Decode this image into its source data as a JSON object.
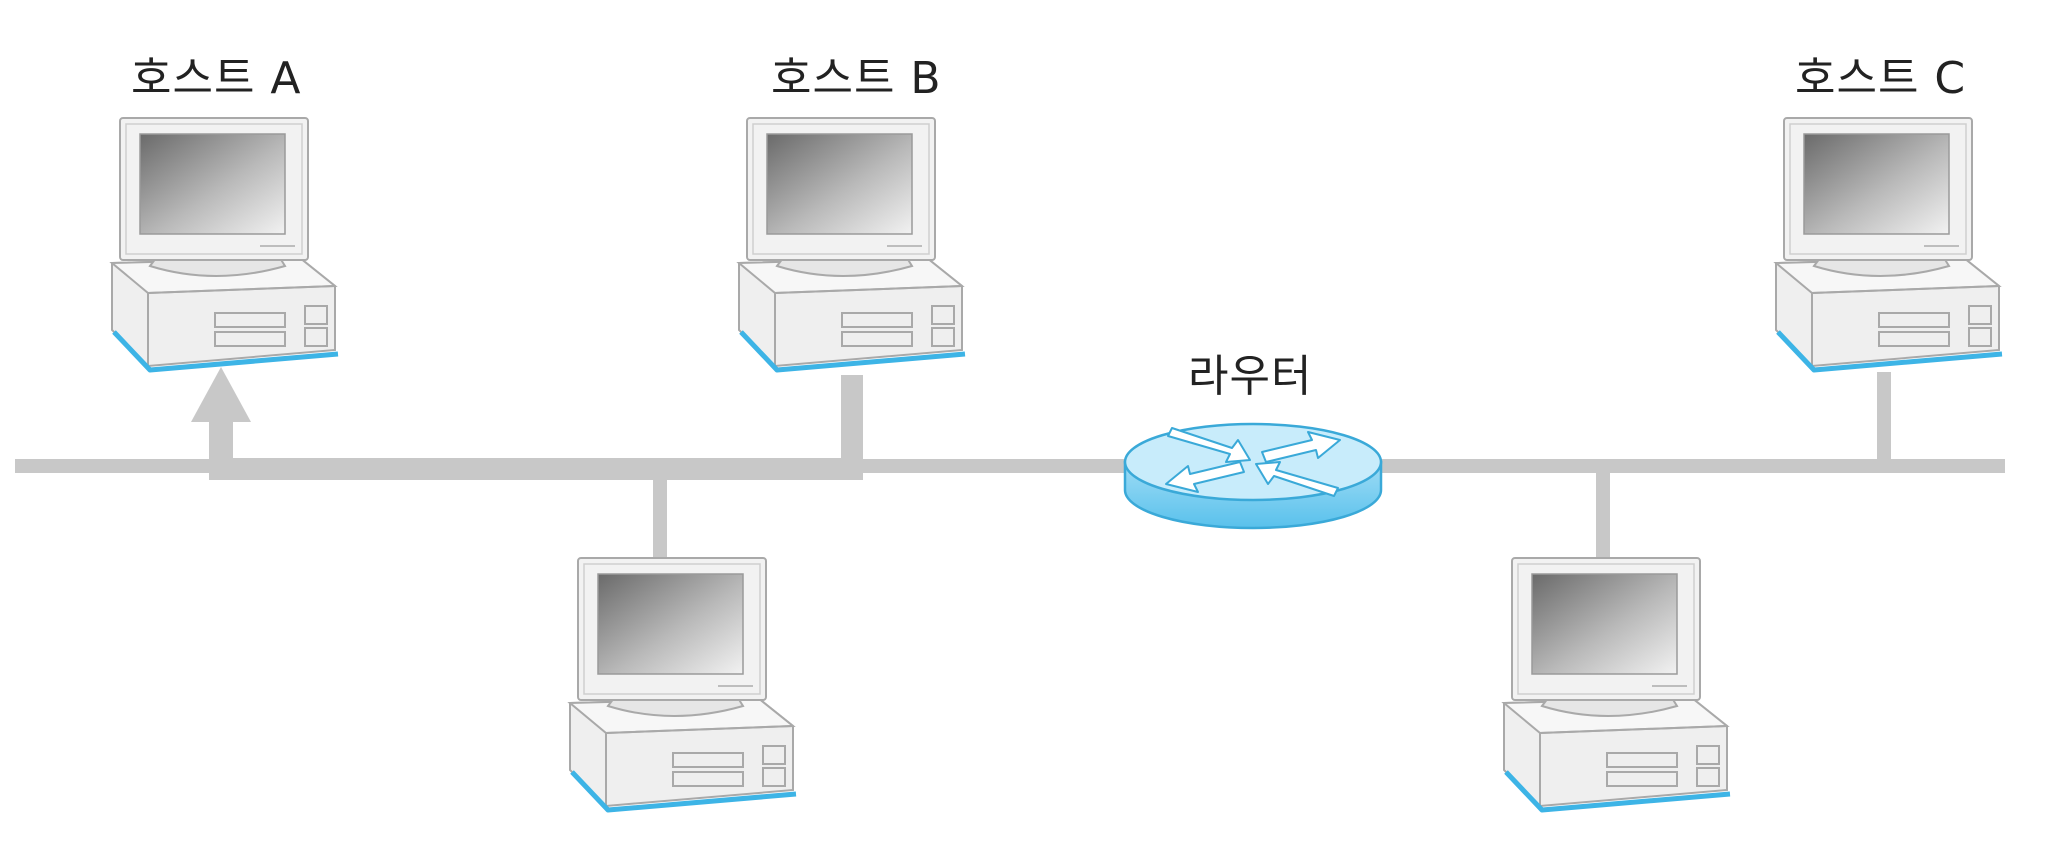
{
  "labels": {
    "host_a": "호스트 A",
    "host_b": "호스트 B",
    "host_c": "호스트 C",
    "router": "라우터"
  },
  "colors": {
    "cable": "#c8c8c8",
    "router_top": "#bfe8fa",
    "router_side": "#7fd0f0",
    "router_edge": "#3aa9d8",
    "computer_body": "#efefef",
    "computer_edge": "#a9a9a9",
    "base_accent": "#3db4e6"
  }
}
